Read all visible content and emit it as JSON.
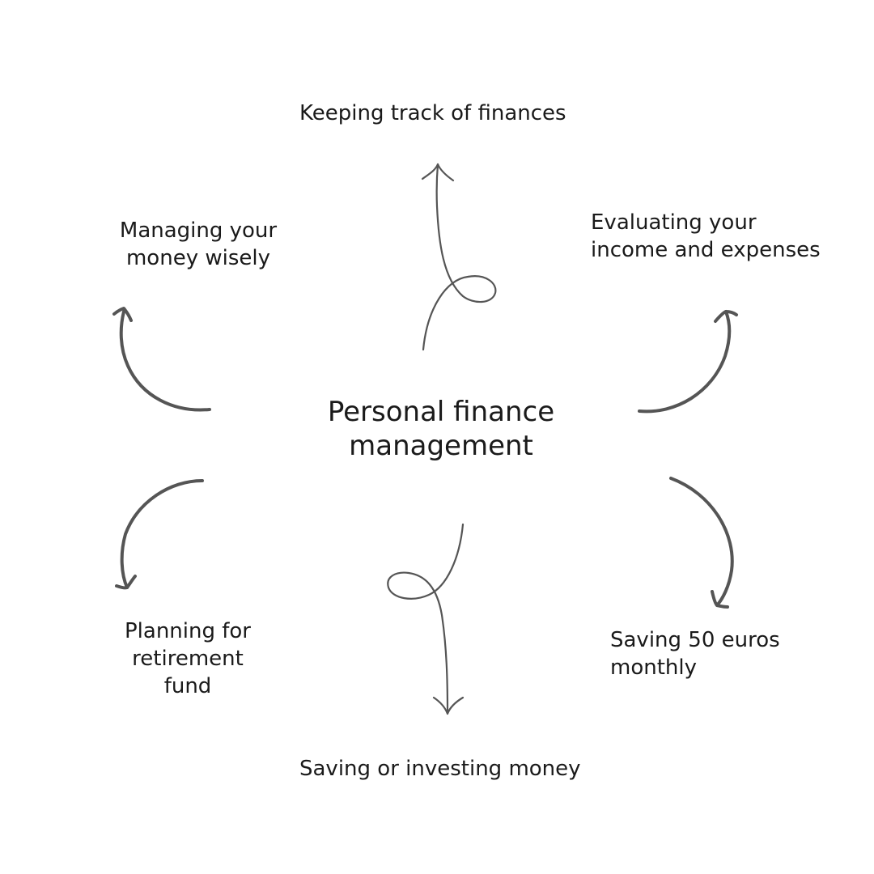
{
  "center": {
    "title": "Personal finance\nmanagement"
  },
  "steps": [
    {
      "id": "top",
      "label": "Keeping track of finances"
    },
    {
      "id": "top-right",
      "label": "Evaluating your\nincome and expenses"
    },
    {
      "id": "bottom-right",
      "label": "Saving 50 euros\nmonthly"
    },
    {
      "id": "bottom",
      "label": "Saving or investing money"
    },
    {
      "id": "bottom-left",
      "label": "Planning for\nretirement\nfund"
    },
    {
      "id": "top-left",
      "label": "Managing your\nmoney wisely"
    }
  ],
  "colors": {
    "arrow": "#555555",
    "text": "#1a1a1a",
    "background": "#ffffff"
  }
}
